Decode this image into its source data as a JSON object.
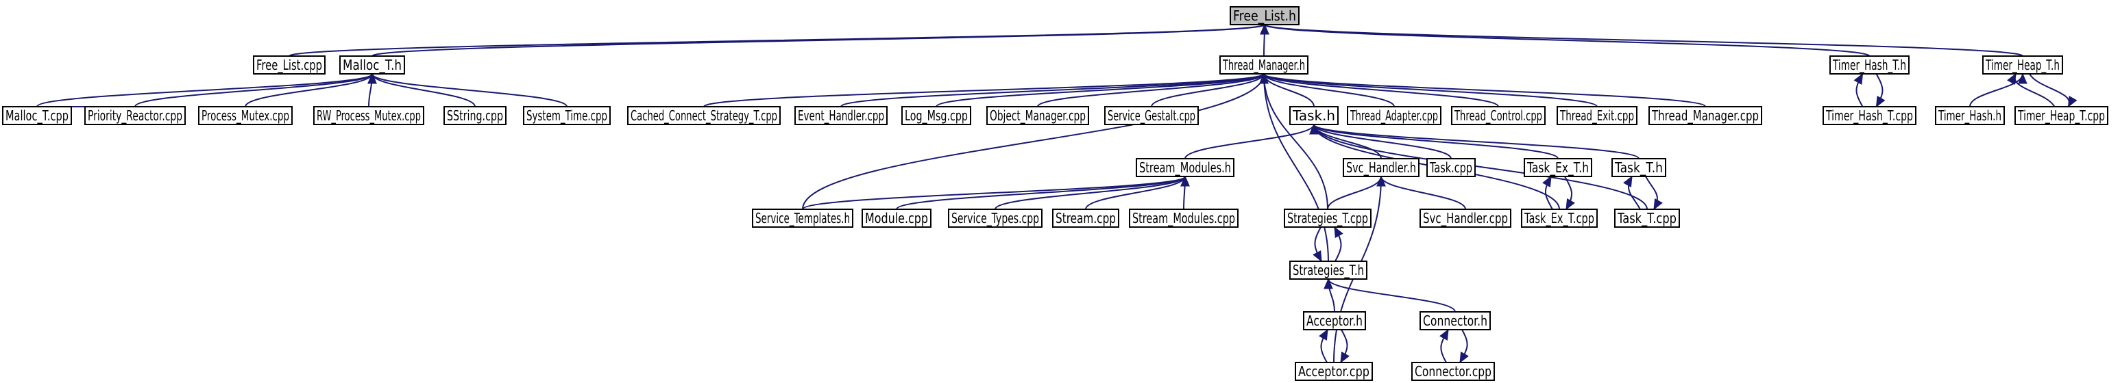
{
  "colors": {
    "edge": "#191970",
    "node_fill": "#ffffff",
    "root_fill": "#bfbfbf",
    "border": "#000000"
  },
  "nodes": [
    {
      "id": "free_list_h",
      "label": "Free_List.h",
      "root": true
    },
    {
      "id": "free_list_cpp",
      "label": "Free_List.cpp"
    },
    {
      "id": "malloc_t_h",
      "label": "Malloc_T.h"
    },
    {
      "id": "thread_manager_h",
      "label": "Thread_Manager.h"
    },
    {
      "id": "timer_hash_t_h",
      "label": "Timer_Hash_T.h"
    },
    {
      "id": "timer_heap_t_h",
      "label": "Timer_Heap_T.h"
    },
    {
      "id": "malloc_t_cpp",
      "label": "Malloc_T.cpp"
    },
    {
      "id": "priority_reactor_cpp",
      "label": "Priority_Reactor.cpp"
    },
    {
      "id": "process_mutex_cpp",
      "label": "Process_Mutex.cpp"
    },
    {
      "id": "rw_process_mutex_cpp",
      "label": "RW_Process_Mutex.cpp"
    },
    {
      "id": "sstring_cpp",
      "label": "SString.cpp"
    },
    {
      "id": "system_time_cpp",
      "label": "System_Time.cpp"
    },
    {
      "id": "cached_connect_strategy_t_cpp",
      "label": "Cached_Connect_Strategy_T.cpp"
    },
    {
      "id": "event_handler_cpp",
      "label": "Event_Handler.cpp"
    },
    {
      "id": "log_msg_cpp",
      "label": "Log_Msg.cpp"
    },
    {
      "id": "object_manager_cpp",
      "label": "Object_Manager.cpp"
    },
    {
      "id": "service_gestalt_cpp",
      "label": "Service_Gestalt.cpp"
    },
    {
      "id": "task_h",
      "label": "Task.h"
    },
    {
      "id": "thread_adapter_cpp",
      "label": "Thread_Adapter.cpp"
    },
    {
      "id": "thread_control_cpp",
      "label": "Thread_Control.cpp"
    },
    {
      "id": "thread_exit_cpp",
      "label": "Thread_Exit.cpp"
    },
    {
      "id": "thread_manager_cpp",
      "label": "Thread_Manager.cpp"
    },
    {
      "id": "timer_hash_t_cpp",
      "label": "Timer_Hash_T.cpp"
    },
    {
      "id": "timer_hash_h",
      "label": "Timer_Hash.h"
    },
    {
      "id": "timer_heap_t_cpp",
      "label": "Timer_Heap_T.cpp"
    },
    {
      "id": "stream_modules_h",
      "label": "Stream_Modules.h"
    },
    {
      "id": "svc_handler_h",
      "label": "Svc_Handler.h"
    },
    {
      "id": "task_cpp",
      "label": "Task.cpp"
    },
    {
      "id": "task_ex_t_h",
      "label": "Task_Ex_T.h"
    },
    {
      "id": "task_t_h",
      "label": "Task_T.h"
    },
    {
      "id": "service_templates_h",
      "label": "Service_Templates.h"
    },
    {
      "id": "module_cpp",
      "label": "Module.cpp"
    },
    {
      "id": "service_types_cpp",
      "label": "Service_Types.cpp"
    },
    {
      "id": "stream_cpp",
      "label": "Stream.cpp"
    },
    {
      "id": "stream_modules_cpp",
      "label": "Stream_Modules.cpp"
    },
    {
      "id": "strategies_t_cpp",
      "label": "Strategies_T.cpp"
    },
    {
      "id": "svc_handler_cpp",
      "label": "Svc_Handler.cpp"
    },
    {
      "id": "task_ex_t_cpp",
      "label": "Task_Ex_T.cpp"
    },
    {
      "id": "task_t_cpp",
      "label": "Task_T.cpp"
    },
    {
      "id": "strategies_t_h",
      "label": "Strategies_T.h"
    },
    {
      "id": "acceptor_h",
      "label": "Acceptor.h"
    },
    {
      "id": "connector_h",
      "label": "Connector.h"
    },
    {
      "id": "acceptor_cpp",
      "label": "Acceptor.cpp"
    },
    {
      "id": "connector_cpp",
      "label": "Connector.cpp"
    }
  ],
  "edges": [
    [
      "free_list_cpp",
      "free_list_h"
    ],
    [
      "malloc_t_h",
      "free_list_h"
    ],
    [
      "thread_manager_h",
      "free_list_h"
    ],
    [
      "timer_hash_t_h",
      "free_list_h"
    ],
    [
      "timer_heap_t_h",
      "free_list_h"
    ],
    [
      "malloc_t_cpp",
      "malloc_t_h"
    ],
    [
      "priority_reactor_cpp",
      "malloc_t_h"
    ],
    [
      "process_mutex_cpp",
      "malloc_t_h"
    ],
    [
      "rw_process_mutex_cpp",
      "malloc_t_h"
    ],
    [
      "sstring_cpp",
      "malloc_t_h"
    ],
    [
      "system_time_cpp",
      "malloc_t_h"
    ],
    [
      "priority_reactor_cpp",
      "malloc_t_cpp"
    ],
    [
      "cached_connect_strategy_t_cpp",
      "thread_manager_h"
    ],
    [
      "event_handler_cpp",
      "thread_manager_h"
    ],
    [
      "log_msg_cpp",
      "thread_manager_h"
    ],
    [
      "object_manager_cpp",
      "thread_manager_h"
    ],
    [
      "service_gestalt_cpp",
      "thread_manager_h"
    ],
    [
      "task_h",
      "thread_manager_h"
    ],
    [
      "thread_adapter_cpp",
      "thread_manager_h"
    ],
    [
      "thread_control_cpp",
      "thread_manager_h"
    ],
    [
      "thread_exit_cpp",
      "thread_manager_h"
    ],
    [
      "thread_manager_cpp",
      "thread_manager_h"
    ],
    [
      "service_templates_h",
      "thread_manager_h"
    ],
    [
      "strategies_t_cpp",
      "thread_manager_h"
    ],
    [
      "strategies_t_h",
      "thread_manager_h"
    ],
    [
      "timer_hash_t_cpp",
      "timer_hash_t_h"
    ],
    [
      "timer_hash_t_h",
      "timer_hash_t_cpp"
    ],
    [
      "timer_hash_h",
      "timer_heap_t_h"
    ],
    [
      "timer_heap_t_cpp",
      "timer_heap_t_h"
    ],
    [
      "timer_heap_t_h",
      "timer_heap_t_cpp"
    ],
    [
      "stream_modules_h",
      "task_h"
    ],
    [
      "svc_handler_h",
      "task_h"
    ],
    [
      "task_cpp",
      "task_h"
    ],
    [
      "task_ex_t_h",
      "task_h"
    ],
    [
      "task_t_h",
      "task_h"
    ],
    [
      "task_t_cpp",
      "task_h"
    ],
    [
      "task_ex_t_cpp",
      "task_h"
    ],
    [
      "service_templates_h",
      "stream_modules_h"
    ],
    [
      "module_cpp",
      "stream_modules_h"
    ],
    [
      "service_types_cpp",
      "stream_modules_h"
    ],
    [
      "stream_cpp",
      "stream_modules_h"
    ],
    [
      "stream_modules_cpp",
      "stream_modules_h"
    ],
    [
      "strategies_t_cpp",
      "svc_handler_h"
    ],
    [
      "svc_handler_cpp",
      "svc_handler_h"
    ],
    [
      "acceptor_cpp",
      "svc_handler_h"
    ],
    [
      "task_ex_t_cpp",
      "task_ex_t_h"
    ],
    [
      "task_ex_t_h",
      "task_ex_t_cpp"
    ],
    [
      "task_t_cpp",
      "task_t_h"
    ],
    [
      "task_t_h",
      "task_t_cpp"
    ],
    [
      "strategies_t_h",
      "strategies_t_cpp"
    ],
    [
      "strategies_t_cpp",
      "strategies_t_h"
    ],
    [
      "acceptor_h",
      "strategies_t_h"
    ],
    [
      "connector_h",
      "strategies_t_h"
    ],
    [
      "acceptor_cpp",
      "acceptor_h"
    ],
    [
      "acceptor_h",
      "acceptor_cpp"
    ],
    [
      "connector_cpp",
      "connector_h"
    ],
    [
      "connector_h",
      "connector_cpp"
    ]
  ]
}
